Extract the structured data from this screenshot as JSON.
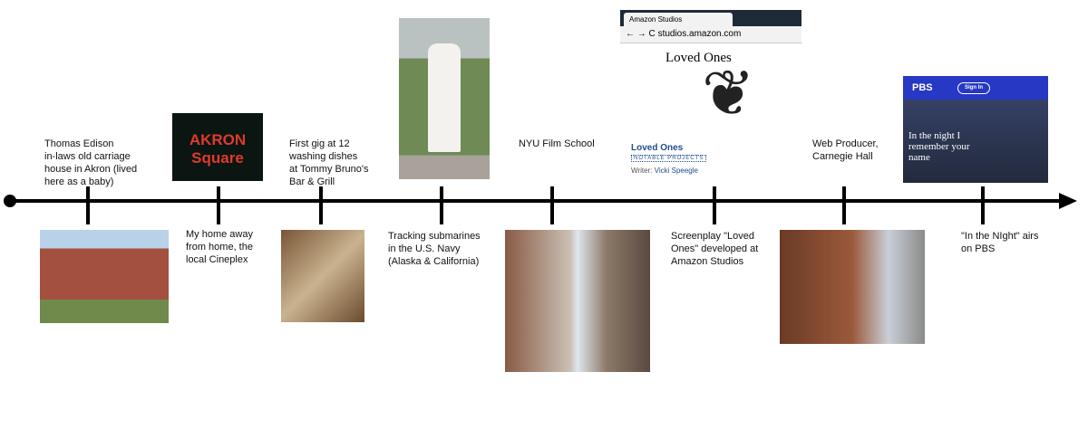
{
  "events": [
    {
      "caption": "Thomas Edison\nin-laws old carriage\nhouse in Akron (lived\nhere as a baby)"
    },
    {
      "caption": "My home away\nfrom home, the\nlocal Cineplex",
      "sign": "AKRON Square"
    },
    {
      "caption": "First gig at 12\nwashing dishes\nat Tommy Bruno's\nBar & Grill"
    },
    {
      "caption": "Tracking submarines\nin the U.S. Navy\n(Alaska & California)"
    },
    {
      "caption": "NYU Film School"
    },
    {
      "caption": "Screenplay \"Loved\nOnes\" developed at\nAmazon Studios"
    },
    {
      "caption": "Web Producer,\nCarnegie Hall"
    },
    {
      "caption": "\"In the NIght\" airs\non PBS"
    }
  ],
  "amazon": {
    "tab": "Amazon Studios",
    "url": "studios.amazon.com",
    "logo_text": "Loved Ones",
    "title": "Loved Ones",
    "section": "NOTABLE PROJECTS",
    "writer_label": "Writer:",
    "writer": "Vicki Speegle"
  },
  "pbs": {
    "logo": "PBS",
    "signin": "Sign In",
    "poster_text": "In the night I remember your name"
  }
}
